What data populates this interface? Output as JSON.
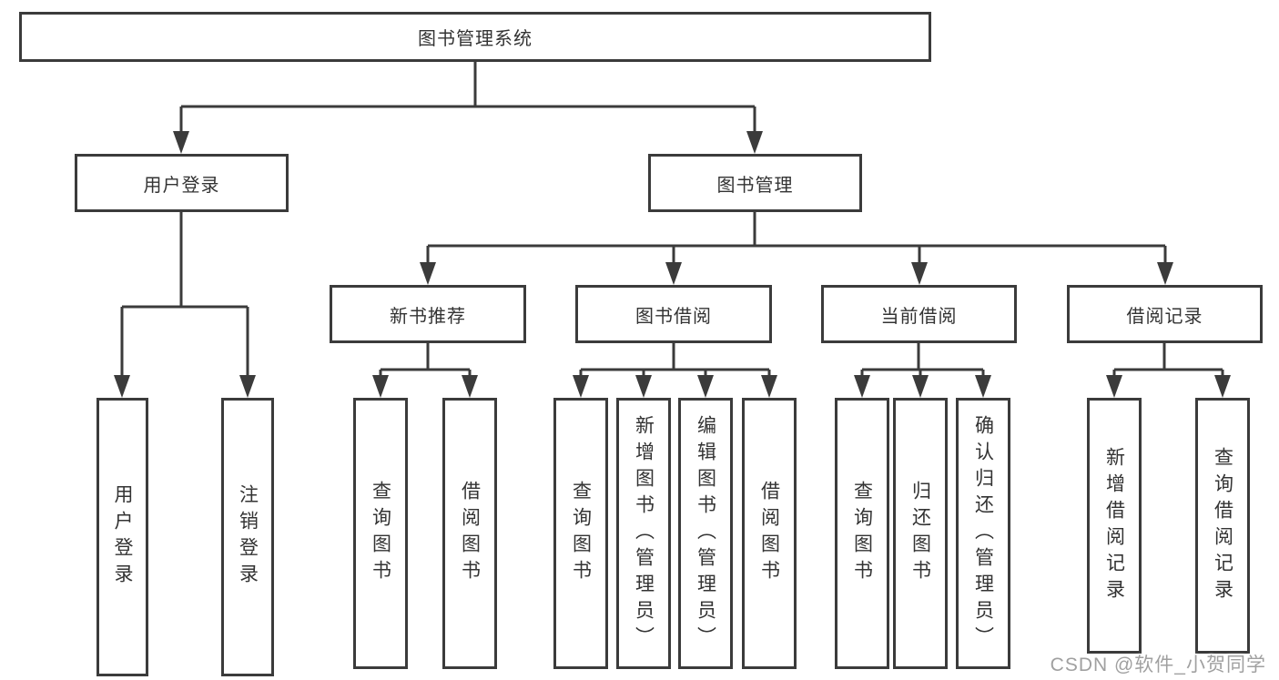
{
  "diagram": {
    "root": {
      "label": "图书管理系统"
    },
    "level2": [
      {
        "label": "用户登录",
        "children": [
          {
            "label": "用户登录"
          },
          {
            "label": "注销登录"
          }
        ]
      },
      {
        "label": "图书管理",
        "children": [
          {
            "label": "新书推荐",
            "children": [
              {
                "label": "查询图书"
              },
              {
                "label": "借阅图书"
              }
            ]
          },
          {
            "label": "图书借阅",
            "children": [
              {
                "label": "查询图书"
              },
              {
                "label": "新增图书（管理员）"
              },
              {
                "label": "编辑图书（管理员）"
              },
              {
                "label": "借阅图书"
              }
            ]
          },
          {
            "label": "当前借阅",
            "children": [
              {
                "label": "查询图书"
              },
              {
                "label": "归还图书"
              },
              {
                "label": "确认归还（管理员）"
              }
            ]
          },
          {
            "label": "借阅记录",
            "children": [
              {
                "label": "新增借阅记录"
              },
              {
                "label": "查询借阅记录"
              }
            ]
          }
        ]
      }
    ]
  },
  "watermark": "CSDN @软件_小贺同学",
  "colors": {
    "line": "#3b3b3b",
    "text": "#333333",
    "watermark": "#a0a0a0",
    "bg": "#ffffff"
  }
}
